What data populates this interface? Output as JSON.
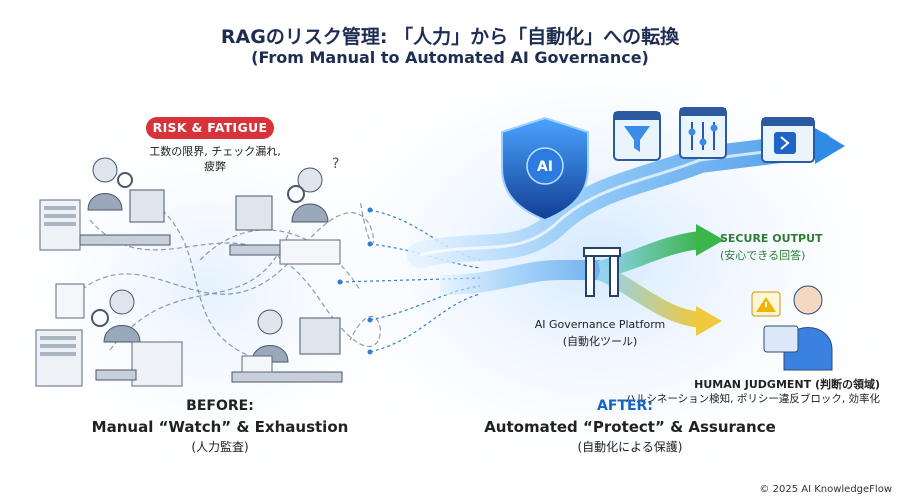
{
  "header": {
    "title": "RAGのリスク管理: 「人力」から「自動化」への転換",
    "subtitle": "(From Manual to Automated AI Governance)"
  },
  "before": {
    "risk_badge": "RISK & FATIGUE",
    "risk_desc_line1": "工数の限界, チェック漏れ,",
    "risk_desc_line2": "疲弊",
    "label": "BEFORE:",
    "title": "Manual “Watch” & Exhaustion",
    "subtitle": "(人力監査)"
  },
  "after": {
    "label": "AFTER:",
    "title": "Automated “Protect” & Assurance",
    "subtitle": "(自動化による保護)",
    "platform_name": "AI Governance Platform",
    "platform_sub": "(自動化ツール)",
    "shield_text": "AI",
    "secure_output": "SECURE OUTPUT",
    "secure_output_sub": "(安心できる回答)",
    "human_judgment": "HUMAN JUDGMENT (判断の領域)",
    "human_judgment_sub": "ハルシネーション検知, ポリシー違反ブロック, 効率化"
  },
  "footer": {
    "copyright": "© 2025 AI KnowledgeFlow"
  },
  "colors": {
    "navy": "#1e2d52",
    "risk_red": "#d7333a",
    "flow_blue": "#2f8be6",
    "shield_blue": "#1c5fc4",
    "secure_green": "#3cb54a",
    "human_yellow": "#f0c93c",
    "after_label": "#1565c0"
  },
  "icons": {
    "shield": "shield-icon",
    "funnel": "funnel-icon",
    "sliders": "sliders-icon",
    "terminal": "terminal-icon",
    "warning": "warning-icon",
    "gate": "gate-icon"
  }
}
